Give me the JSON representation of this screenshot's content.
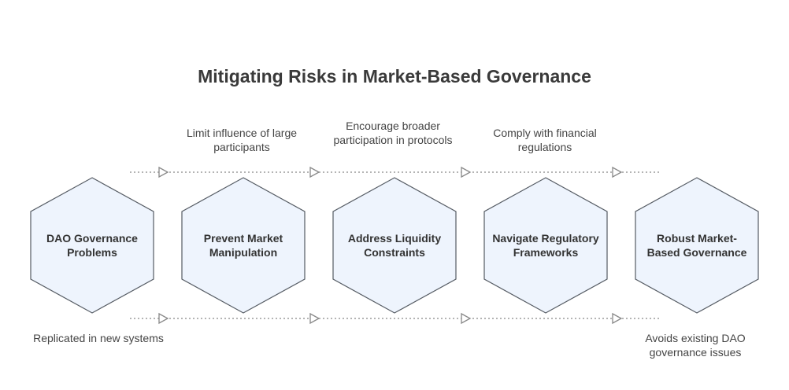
{
  "title": "Mitigating Risks in Market-Based Governance",
  "colors": {
    "hex_fill": "#eef4fd",
    "hex_stroke": "#555b63",
    "connector": "#888888",
    "text": "#333333"
  },
  "steps": [
    {
      "label": "DAO Governance Problems"
    },
    {
      "label": "Prevent Market Manipulation"
    },
    {
      "label": "Address Liquidity Constraints"
    },
    {
      "label": "Navigate Regulatory Frameworks"
    },
    {
      "label": "Robust Market-Based Governance"
    }
  ],
  "top_notes": [
    "Limit influence of large participants",
    "Encourage broader participation in protocols",
    "Comply with financial regulations"
  ],
  "bottom_notes": {
    "left": "Replicated in new systems",
    "right": "Avoids existing DAO governance issues"
  }
}
